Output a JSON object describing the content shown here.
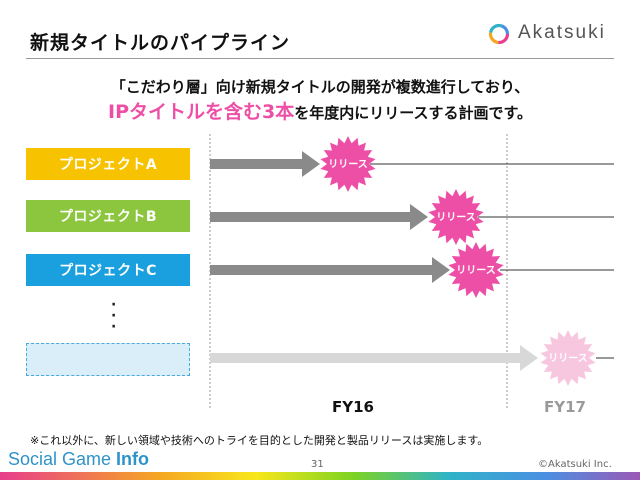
{
  "header": {
    "title": "新規タイトルのパイプライン",
    "logo_text": "Akatsuki"
  },
  "lead": {
    "line1": "「こだわり層」向け新規タイトルの開発が複数進行しており、",
    "line2_highlight": "IPタイトルを含む3本",
    "line2_rest": "を年度内にリリースする計画です。"
  },
  "projects": [
    {
      "label": "プロジェクトA",
      "color": "#f7c300"
    },
    {
      "label": "プロジェクトB",
      "color": "#8cc63f"
    },
    {
      "label": "プロジェクトC",
      "color": "#1aa0de"
    }
  ],
  "timeline": {
    "badge_label": "リリース",
    "fy16": "FY16",
    "fy17": "FY17",
    "badge_color": "#ee4fa6",
    "faded_badge_color": "#f7c6df"
  },
  "note": "※これ以外に、新しい領域や技術へのトライを目的とした開発と製品リリースは実施します。",
  "footer": {
    "brand_a": "Social Game ",
    "brand_b": "Info",
    "page": "31",
    "copyright": "©Akatsuki Inc."
  }
}
